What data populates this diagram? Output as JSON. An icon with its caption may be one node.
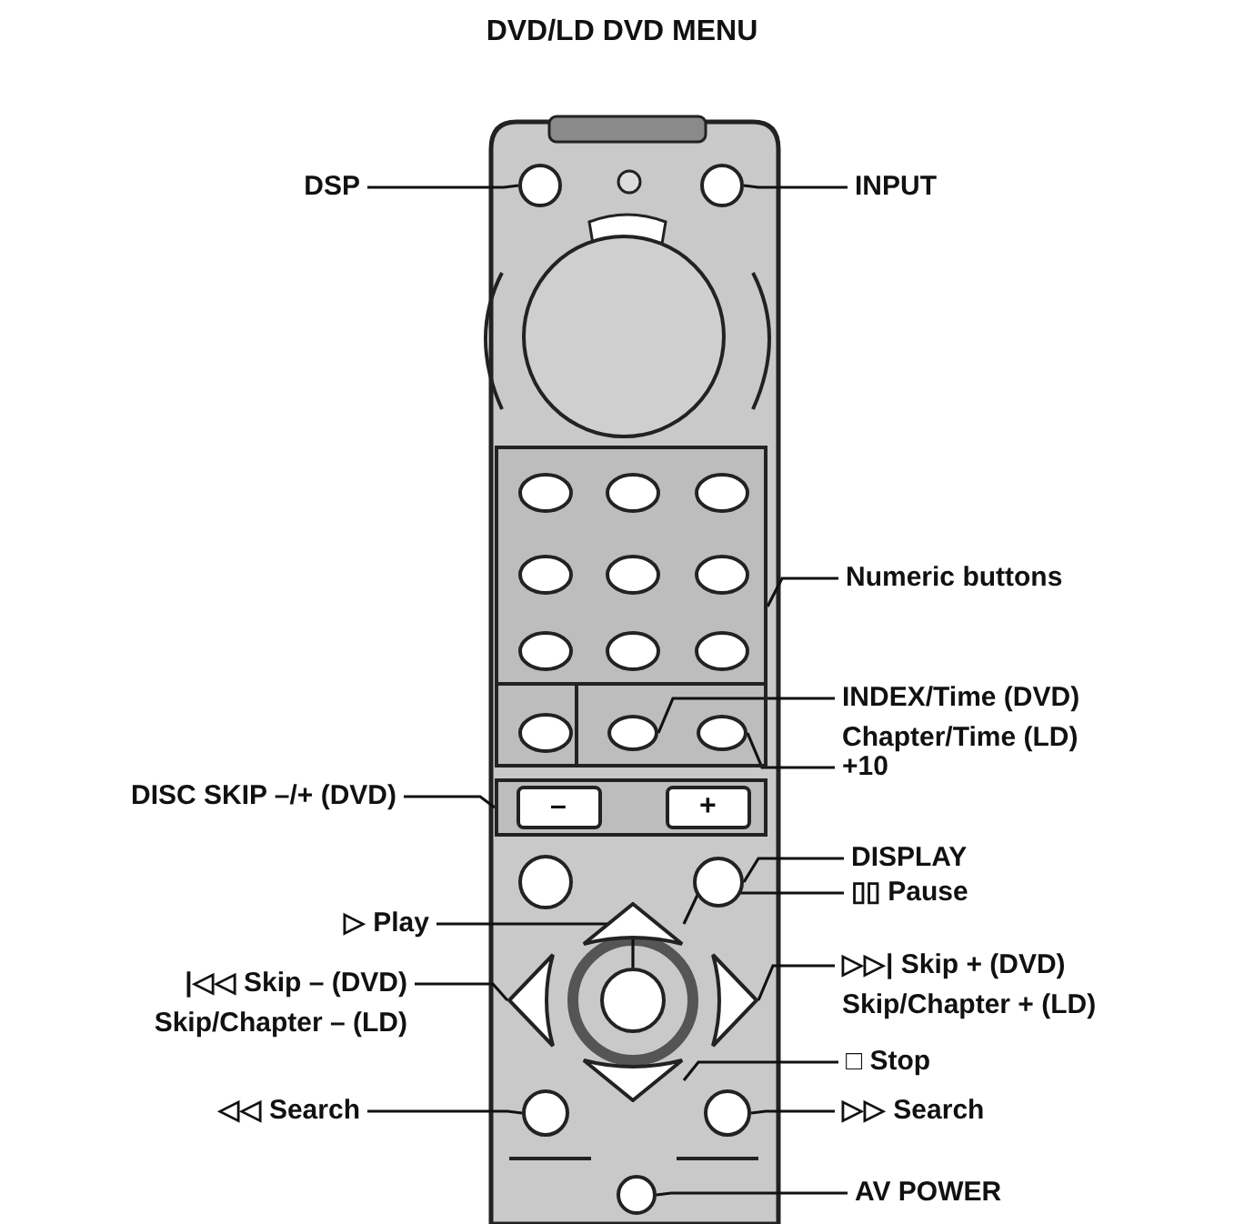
{
  "diagram": {
    "title": "DVD/LD DVD MENU",
    "nodes": [
      {
        "text": [
          "DSP"
        ]
      },
      {
        "text": [],
        "shape": "circle"
      },
      {
        "text": [
          "INPUT"
        ]
      },
      {
        "text": [],
        "shape": "circle"
      },
      {
        "text": [
          "Numeric buttons"
        ]
      },
      {
        "text": [],
        "shape": "box"
      },
      {
        "text": [
          "INDEX/Time (DVD)",
          "Chapter/Time (LD)"
        ]
      },
      {
        "text": [],
        "shape": "oval",
        "in": 5
      },
      {
        "text": [
          "+10"
        ]
      },
      {
        "text": [],
        "shape": "oval",
        "in": 5
      },
      {
        "text": [
          "DISC SKIP –/+ (DVD)"
        ]
      },
      {
        "text": [],
        "shape": "box"
      },
      {
        "text": [
          "DISPLAY"
        ]
      },
      {
        "text": [],
        "shape": "circle"
      },
      {
        "text": [
          "▯▯ Pause"
        ]
      },
      {
        "text": [],
        "shape": "triangle"
      },
      {
        "text": [
          "▷ Play"
        ]
      },
      {
        "text": [],
        "shape": "circle"
      },
      {
        "text": [
          "|◁◁ Skip – (DVD)",
          "Skip/Chapter – (LD)"
        ]
      },
      {
        "text": [],
        "shape": "triangle"
      },
      {
        "text": [
          "▷▷| Skip + (DVD)",
          "Skip/Chapter + (LD)"
        ]
      },
      {
        "text": [],
        "shape": "triangle"
      },
      {
        "text": [
          "□ Stop"
        ]
      },
      {
        "text": [],
        "shape": "triangle"
      },
      {
        "text": [
          "◁◁ Search"
        ]
      },
      {
        "text": [],
        "shape": "circle"
      },
      {
        "text": [
          "▷▷ Search"
        ]
      },
      {
        "text": [],
        "shape": "circle"
      },
      {
        "text": [
          "AV POWER"
        ]
      },
      {
        "text": [],
        "shape": "circle"
      }
    ],
    "edges": [
      {
        "from": 0,
        "to": 1,
        "arrow": "none"
      },
      {
        "from": 2,
        "to": 3,
        "arrow": "none"
      },
      {
        "from": 4,
        "to": 5,
        "arrow": "none"
      },
      {
        "from": 6,
        "to": 7,
        "arrow": "none"
      },
      {
        "from": 8,
        "to": 9,
        "arrow": "none"
      },
      {
        "from": 10,
        "to": 11,
        "arrow": "none"
      },
      {
        "from": 12,
        "to": 13,
        "arrow": "none"
      },
      {
        "from": 14,
        "to": 15,
        "arrow": "none"
      },
      {
        "from": 16,
        "to": 17,
        "arrow": "none"
      },
      {
        "from": 18,
        "to": 19,
        "arrow": "none"
      },
      {
        "from": 20,
        "to": 21,
        "arrow": "none"
      },
      {
        "from": 22,
        "to": 23,
        "arrow": "none"
      },
      {
        "from": 24,
        "to": 25,
        "arrow": "none"
      },
      {
        "from": 26,
        "to": 27,
        "arrow": "none"
      },
      {
        "from": 28,
        "to": 29,
        "arrow": "none"
      }
    ],
    "labels": [
      "–",
      "+"
    ]
  }
}
